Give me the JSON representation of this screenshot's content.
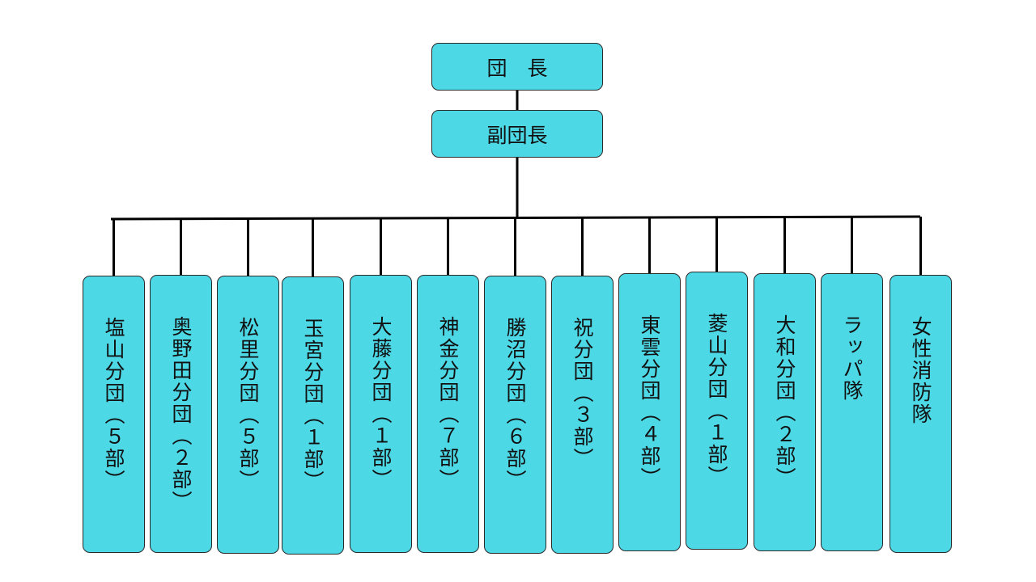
{
  "chief": {
    "label": "団　長"
  },
  "vice": {
    "label": "副団長"
  },
  "units": [
    {
      "label": "塩山分団（５部）"
    },
    {
      "label": "奥野田分団（２部）"
    },
    {
      "label": "松里分団（５部）"
    },
    {
      "label": "玉宮分団（１部）"
    },
    {
      "label": "大藤分団（１部）"
    },
    {
      "label": "神金分団（７部）"
    },
    {
      "label": "勝沼分団（６部）"
    },
    {
      "label": "祝分団（３部）"
    },
    {
      "label": "東雲分団（４部）"
    },
    {
      "label": "菱山分団（１部）"
    },
    {
      "label": "大和分団（２部）"
    },
    {
      "label": "ラッパ隊"
    },
    {
      "label": "女性消防隊"
    }
  ],
  "colors": {
    "box_fill": "#4dd8e6",
    "box_border": "#2a2a2a",
    "line": "#000000"
  }
}
